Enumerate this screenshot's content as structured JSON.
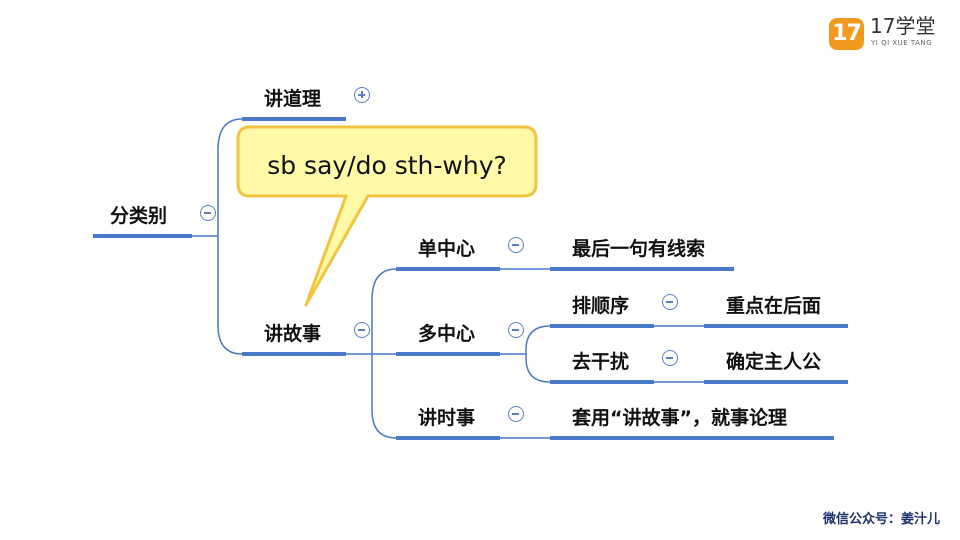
{
  "logo": {
    "badge": "17",
    "name": "17学堂",
    "subtitle": "YI QI XUE TANG"
  },
  "callout": {
    "text": "sb say/do sth-why?"
  },
  "mindmap": {
    "root": "分类别",
    "branches": [
      {
        "label": "讲道理",
        "toggle": "plus"
      },
      {
        "label": "讲故事",
        "toggle": "minus"
      }
    ],
    "story_children": [
      {
        "label": "单中心",
        "detail": "最后一句有线索"
      },
      {
        "label": "多中心",
        "subitems": [
          {
            "label": "排顺序",
            "detail": "重点在后面"
          },
          {
            "label": "去干扰",
            "detail": "确定主人公"
          }
        ]
      },
      {
        "label": "讲时事",
        "detail": "套用“讲故事”，就事论理"
      }
    ]
  },
  "colors": {
    "line": "#4a79c9",
    "callout_fill": "#fff9a8",
    "callout_border": "#f2c440",
    "logo": "#f39a1e",
    "footer": "#1e3370"
  },
  "footer": {
    "text": "微信公众号：姜汁儿"
  }
}
